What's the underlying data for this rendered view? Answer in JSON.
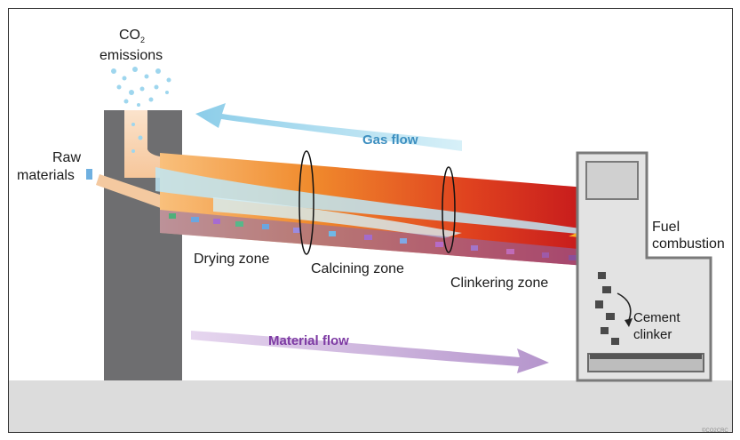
{
  "labels": {
    "co2": "CO",
    "co2_sub": "2",
    "emissions": "emissions",
    "raw_line1": "Raw",
    "raw_line2": "materials",
    "drying_zone": "Drying zone",
    "calcining_zone": "Calcining zone",
    "clinkering_zone": "Clinkering zone",
    "fuel_line1": "Fuel",
    "fuel_line2": "combustion",
    "cement_line1": "Cement",
    "cement_line2": "clinker",
    "gas_flow": "Gas flow",
    "material_flow": "Material flow",
    "credit": "©CO2CRC"
  },
  "colors": {
    "gas_arrow": "#a9dcef",
    "gas_text": "#3d8fc0",
    "material_arrow": "#c9aed9",
    "material_text": "#7d3aa3",
    "kiln_start": "#f8b76b",
    "kiln_end": "#c81e1e",
    "stack": "#6e6e70",
    "ground": "#dcdcdc"
  }
}
